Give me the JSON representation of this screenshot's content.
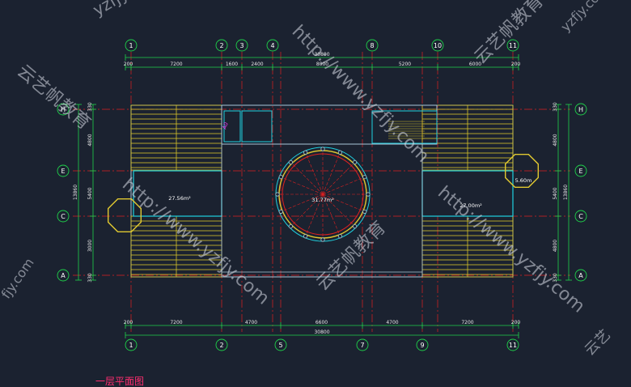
{
  "drawing": {
    "title": "一层平面图",
    "colors": {
      "background": "#1b2230",
      "axis_line": "#e02020",
      "dim_line": "#1fd14a",
      "wall": "#a9c7d9",
      "wall_cyan": "#1fd1e0",
      "hatch": "#d6c22a",
      "circle": "#e0c830",
      "magenta": "#ff3cff"
    },
    "top_axes": [
      "1",
      "2",
      "3",
      "4",
      "8",
      "10",
      "11"
    ],
    "bottom_axes": [
      "1",
      "2",
      "5",
      "7",
      "9",
      "11"
    ],
    "left_axes": [
      "H",
      "E",
      "C",
      "A"
    ],
    "right_axes": [
      "H",
      "E",
      "C",
      "A"
    ],
    "top_dims": [
      "200",
      "7200",
      "1600",
      "2400",
      "8000",
      "5200",
      "6000",
      "200"
    ],
    "top_total": "30800",
    "bottom_dims": [
      "200",
      "7200",
      "4700",
      "6600",
      "4700",
      "7200",
      "200"
    ],
    "bottom_total": "30800",
    "left_dims": [
      "330",
      "4800",
      "5400",
      "3000",
      "330"
    ],
    "left_total": "13860",
    "right_dims": [
      "330",
      "4800",
      "5400",
      "4800",
      "330"
    ],
    "right_total": "13860",
    "rooms": {
      "left": "27.56m²",
      "center": "31.77m²",
      "right": "27.00m²",
      "right_small": "5.60m"
    },
    "watermarks": {
      "url": "http://www.yzfjy.com",
      "brand": "云艺帆教育",
      "corner": "yzfjy.com",
      "url_short": "fjy.com",
      "brand_short": "云艺"
    }
  }
}
